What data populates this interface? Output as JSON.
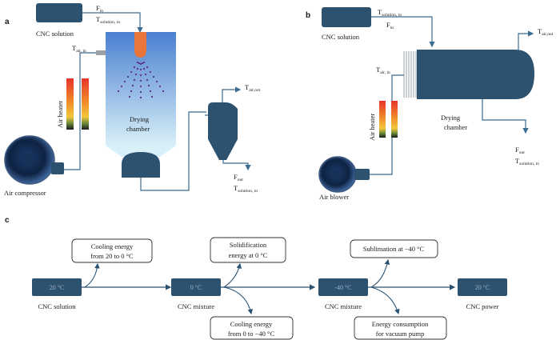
{
  "colors": {
    "dark_blue": "#2c5270",
    "line_blue": "#3a6b91",
    "nozzle": "#e8763a",
    "spray": "#5c2d86",
    "chamber_top": "#4a7fd0",
    "chamber_bottom": "#d8f0f8"
  },
  "panel_a": {
    "panel_label": "a",
    "cnc_solution": "CNC solution",
    "f_in": "F",
    "f_in_sub": "in",
    "t_sol_in": "T",
    "t_sol_in_sub": "solution, in",
    "t_air_in": "T",
    "t_air_in_sub": "air, in",
    "air_heater": "Air heater",
    "drying": "Drying",
    "chamber": "chamber",
    "t_air_out": "T",
    "t_air_out_sub": "air,out",
    "f_out": "F",
    "f_out_sub": "out",
    "t_sol_out": "T",
    "t_sol_out_sub": "solution, in",
    "air_compressor": "Air compressor"
  },
  "panel_b": {
    "panel_label": "b",
    "cnc_solution": "CNC solution",
    "t_sol_in": "T",
    "t_sol_in_sub": "solution, in",
    "f_in": "F",
    "f_in_sub": "in",
    "t_air_out": "T",
    "t_air_out_sub": "air,out",
    "t_air_in": "T",
    "t_air_in_sub": "air, in",
    "air_heater": "Air heater",
    "drying": "Drying",
    "chamber": "chamber",
    "f_out": "F",
    "f_out_sub": "out",
    "t_sol_out": "T",
    "t_sol_out_sub": "solution, in",
    "air_blower": "Air blower"
  },
  "panel_c": {
    "panel_label": "c",
    "nodes": [
      {
        "value": "20 °C",
        "caption": "CNC solution"
      },
      {
        "value": "0 °C",
        "caption": "CNC mixture"
      },
      {
        "value": "-40 °C",
        "caption": "CNC mixture"
      },
      {
        "value": "20 °C",
        "caption": "CNC power"
      }
    ],
    "boxes": {
      "cooling1_line1": "Cooling energy",
      "cooling1_line2": "from 20 to 0 °C",
      "solid_line1": "Solidification",
      "solid_line2": "energy at 0 °C",
      "cooling2_line1": "Cooling energy",
      "cooling2_line2": "from 0 to −40 °C",
      "sublimation": "Sublimation at −40 °C",
      "vacuum_line1": "Energy consumption",
      "vacuum_line2": "for vacuum pump"
    }
  }
}
